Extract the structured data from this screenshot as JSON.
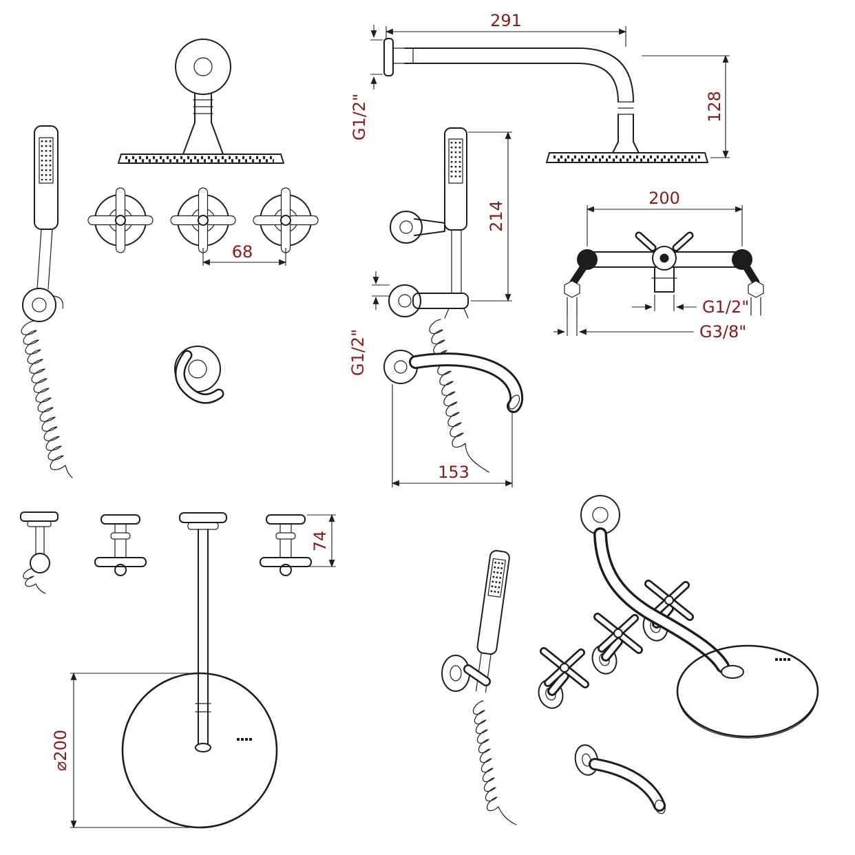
{
  "drawing": {
    "background": "#ffffff",
    "line_color": "#1d1d1d",
    "dim_text_color": "#8a1a1a"
  },
  "labels": {
    "arm_length": "291",
    "arm_thread": "G1/2\"",
    "head_drop": "128",
    "handshower_height": "214",
    "mixer_thread": "G1/2\"",
    "spout_reach": "153",
    "valve_center_distance": "200",
    "valve_outlet_thread": "G1/2\"",
    "valve_inlet_thread": "G3/8\"",
    "handle_center_distance": "68",
    "handle_height": "74",
    "head_diameter": "⌀200"
  }
}
